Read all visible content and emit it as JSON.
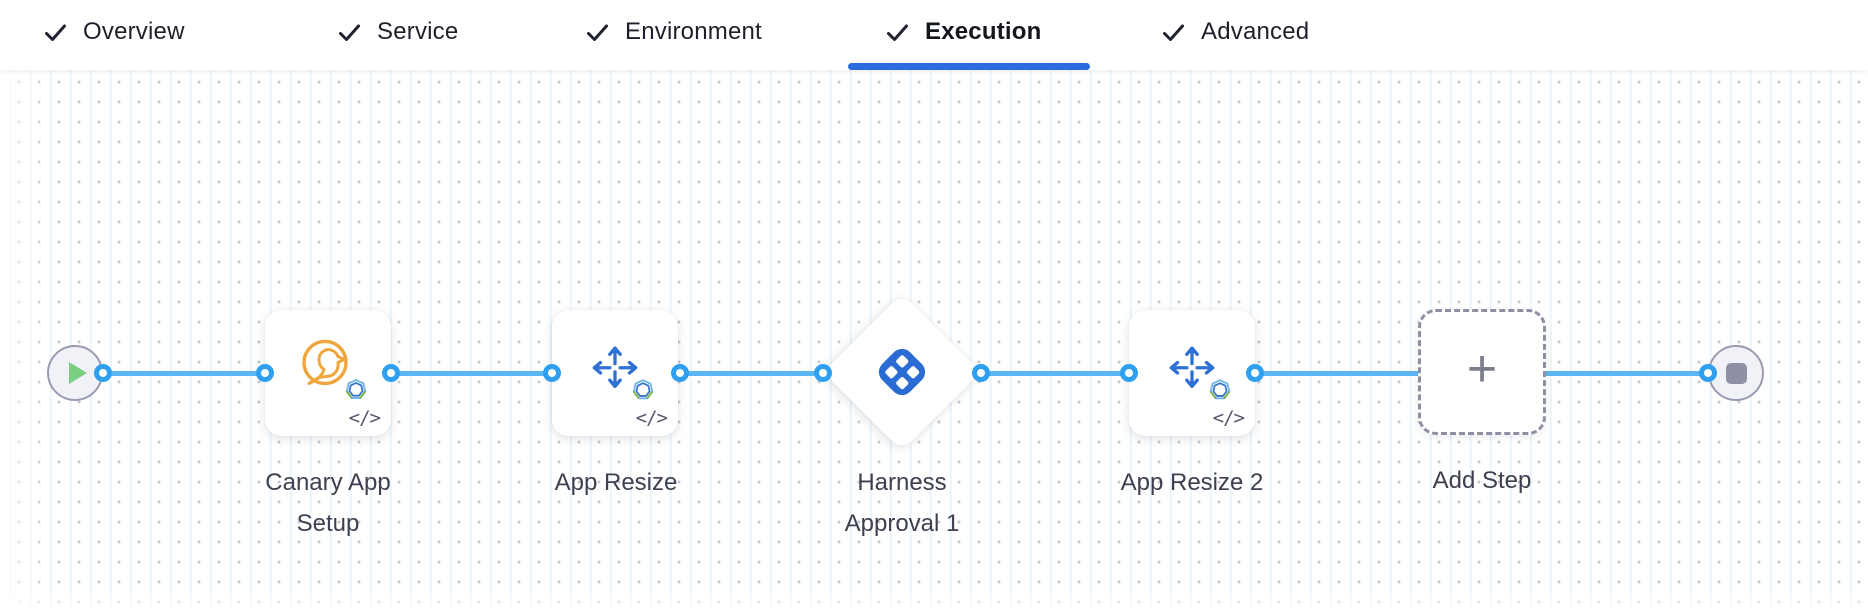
{
  "header": {
    "tabs": [
      {
        "label": "Overview",
        "checked": true,
        "active": false
      },
      {
        "label": "Service",
        "checked": true,
        "active": false
      },
      {
        "label": "Environment",
        "checked": true,
        "active": false
      },
      {
        "label": "Execution",
        "checked": true,
        "active": true
      },
      {
        "label": "Advanced",
        "checked": true,
        "active": false
      }
    ]
  },
  "canvas": {
    "start_node": {
      "type": "pipeline-start"
    },
    "end_node": {
      "type": "pipeline-end"
    },
    "steps": [
      {
        "label": "Canary App Setup",
        "type": "step-card",
        "icon": "canary-bird-icon",
        "code_badge": "</>"
      },
      {
        "label": "App Resize",
        "type": "step-card",
        "icon": "resize-arrows-icon",
        "code_badge": "</>"
      },
      {
        "label": "Harness Approval 1",
        "type": "approval-diamond",
        "icon": "harness-logo-icon"
      },
      {
        "label": "App Resize 2",
        "type": "step-card",
        "icon": "resize-arrows-icon",
        "code_badge": "</>"
      },
      {
        "label": "Add Step",
        "type": "add-step-placeholder",
        "plus": "+"
      }
    ]
  },
  "colors": {
    "connector_line": "#5cb6f2",
    "port_ring": "#2f9ff0",
    "active_tab_underline": "#2b6be0",
    "harness_blue": "#2a6bd4",
    "canary_orange": "#efa63c",
    "resize_arrow_blue": "#2e71d4",
    "play_green": "#7bcf80",
    "stop_gray": "#8f8fa6",
    "label_text": "#3e4050"
  }
}
